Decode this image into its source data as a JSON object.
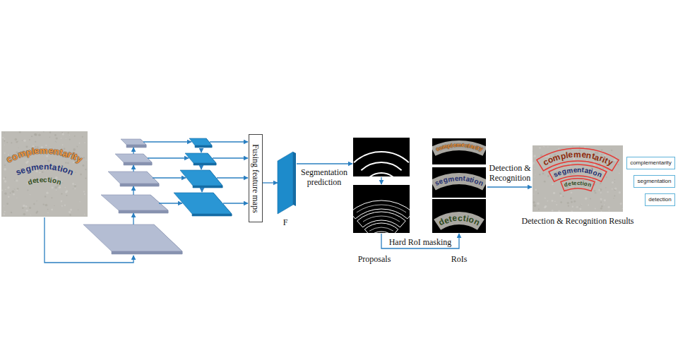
{
  "diagram": {
    "nodes": [
      {
        "text": [
          "Fusing feature maps"
        ]
      },
      {
        "text": [
          "F"
        ]
      },
      {
        "text": [
          "complementarity"
        ]
      },
      {
        "text": [
          "segmentation"
        ]
      },
      {
        "text": [
          "detection"
        ]
      }
    ],
    "edges": [
      {
        "from": 0,
        "to": 1,
        "arrow": "to"
      }
    ],
    "labels": [
      "complementarity",
      "segmentation",
      "detection",
      "Segmentation prediction",
      "Proposals",
      "Hard RoI masking",
      "complementarity",
      "segmentation",
      "detection",
      "RoIs",
      "Detection & Recognition",
      "complementarity",
      "segmentation",
      "detection",
      "Detection & Recognition Results"
    ]
  }
}
